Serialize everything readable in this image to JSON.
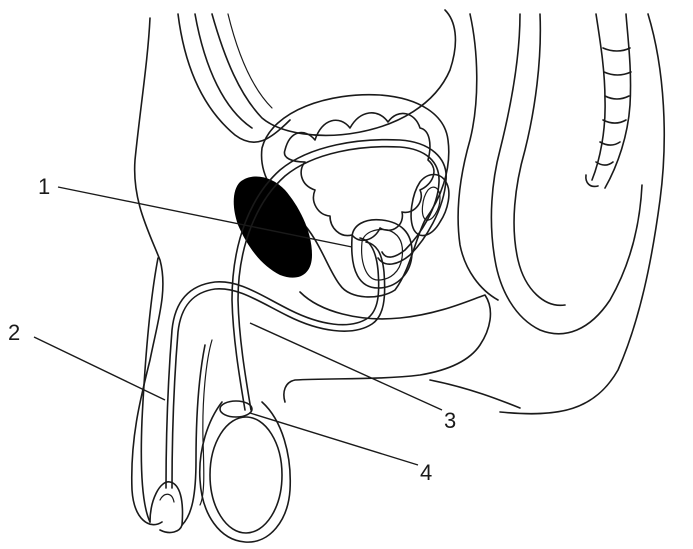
{
  "labels": [
    {
      "id": "1",
      "text": "1"
    },
    {
      "id": "2",
      "text": "2"
    },
    {
      "id": "3",
      "text": "3"
    },
    {
      "id": "4",
      "text": "4"
    }
  ]
}
